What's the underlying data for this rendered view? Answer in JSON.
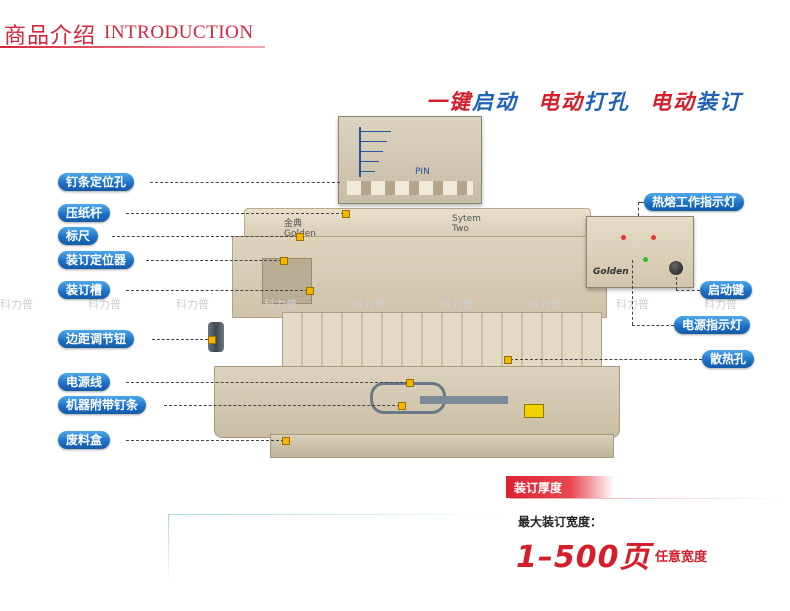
{
  "header": {
    "title_cn": "商品介绍",
    "title_en": "INTRODUCTION"
  },
  "slogan": {
    "part1_red": "一键",
    "part1_blue": "启动",
    "part2_red": "电动",
    "part2_blue": "打孔",
    "part3_red": "电动",
    "part3_blue": "装订"
  },
  "callouts_left": [
    "钉条定位孔",
    "压纸杆",
    "标尺",
    "装订定位器",
    "装订槽",
    "边距调节钮",
    "电源线",
    "机器附带钉条",
    "废料盒"
  ],
  "callouts_right": [
    "热熔工作指示灯",
    "启动键",
    "电源指示灯",
    "散热孔"
  ],
  "machine_labels": {
    "brand_left": "金典 Golden",
    "model": "Sytem Two",
    "pin": "PIN",
    "panel_brand": "Golden"
  },
  "watermark": "科力普",
  "spec": {
    "banner": "装订厚度",
    "label": "最大装订宽度：",
    "value": "1–500页",
    "note": "任意宽度"
  },
  "colors": {
    "brand_red": "#d41e2a",
    "slogan_blue": "#1f62b8",
    "callout_blue": "#1b6fc4",
    "marker_yellow": "#f4b400"
  }
}
